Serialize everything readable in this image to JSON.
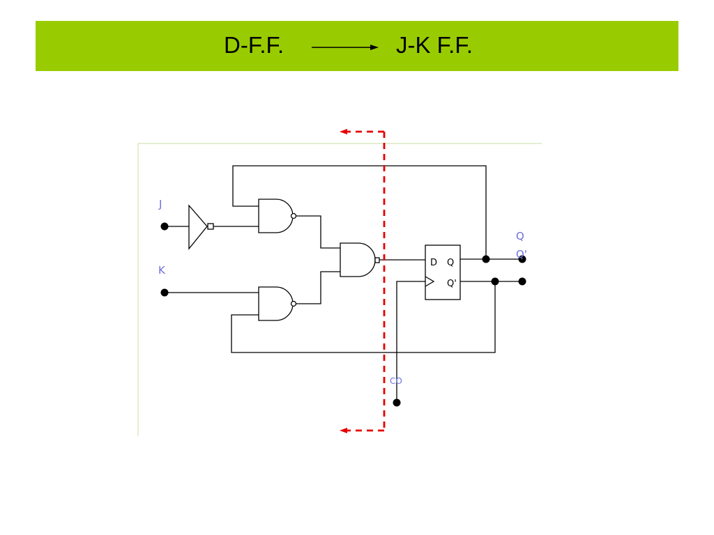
{
  "title": {
    "from": "D-F.F.",
    "to": "J-K F.F."
  },
  "diagram": {
    "input_j_label": "J",
    "input_k_label": "K",
    "ff_d_label": "D",
    "ff_q_label": "Q",
    "ff_qbar_label": "Q'",
    "output_q_label": "Q",
    "output_qbar_label": "Q'",
    "clock_label": "CO",
    "colors": {
      "wire": "#000000",
      "label": "#6f6fdc",
      "divider": "#e60000",
      "border": "#c8dca0"
    }
  }
}
